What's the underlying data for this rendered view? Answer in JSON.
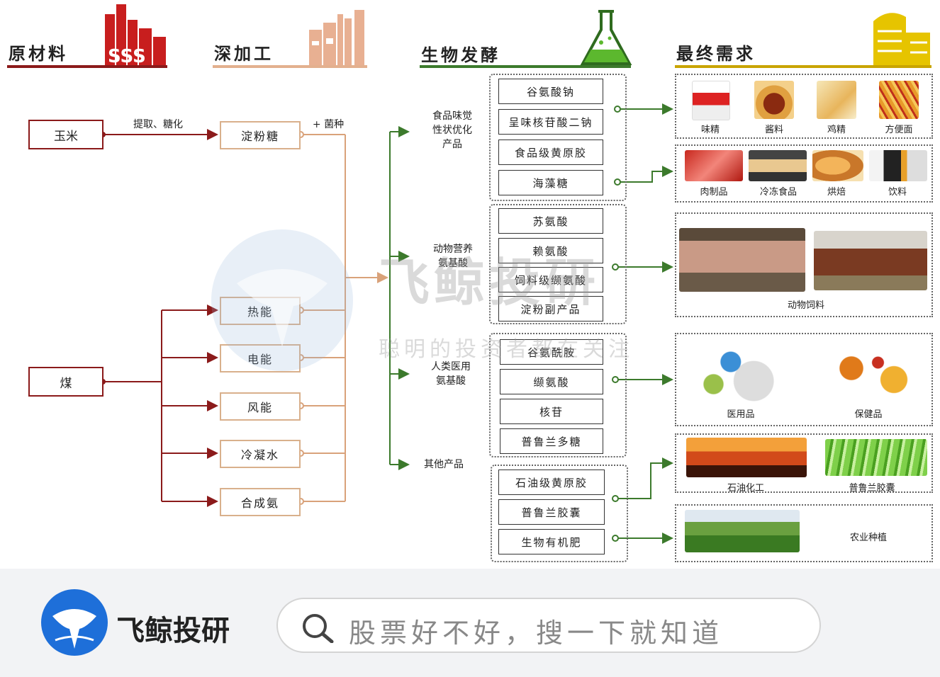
{
  "headers": {
    "raw": "原材料",
    "deep": "深加工",
    "bio": "生物发酵",
    "final": "最终需求"
  },
  "raw_inputs": {
    "corn": "玉米",
    "coal": "煤"
  },
  "process": {
    "extract_label": "提取、糖化",
    "starch_sugar": "淀粉糖",
    "strain_label": "+ 菌种"
  },
  "energy": [
    "热能",
    "电能",
    "风能",
    "冷凝水",
    "合成氨"
  ],
  "categories": {
    "food": "食品味觉\n性状优化\n产品",
    "animal": "动物营养\n氨基酸",
    "medical": "人类医用\n氨基酸",
    "other": "其他产品"
  },
  "products": {
    "food": [
      "谷氨酸钠",
      "呈味核苷酸二钠",
      "食品级黄原胶",
      "海藻糖"
    ],
    "animal": [
      "苏氨酸",
      "赖氨酸",
      "饲料级缬氨酸",
      "淀粉副产品"
    ],
    "medical": [
      "谷氨酰胺",
      "缬氨酸",
      "核苷",
      "普鲁兰多糖"
    ],
    "other": [
      "石油级黄原胶",
      "普鲁兰胶囊",
      "生物有机肥"
    ]
  },
  "demand": {
    "row1": [
      "味精",
      "酱料",
      "鸡精",
      "方便面"
    ],
    "row2": [
      "肉制品",
      "冷冻食品",
      "烘焙",
      "饮料"
    ],
    "row3": "动物饲料",
    "row4": [
      "医用品",
      "保健品"
    ],
    "row5": [
      "石油化工",
      "普鲁兰胶囊"
    ],
    "row6": "农业种植"
  },
  "watermark": {
    "name": "飞鲸投研",
    "slogan": "聪明的投资者都在关注"
  },
  "footer": {
    "brand": "飞鲸投研",
    "search_placeholder": "股票好不好，搜一下就知道"
  },
  "colors": {
    "dark_red": "#8b1a1a",
    "tan": "#d9a27a",
    "green": "#3c7a2c",
    "gold": "#c9a400",
    "brand_blue": "#1e6fd9"
  }
}
